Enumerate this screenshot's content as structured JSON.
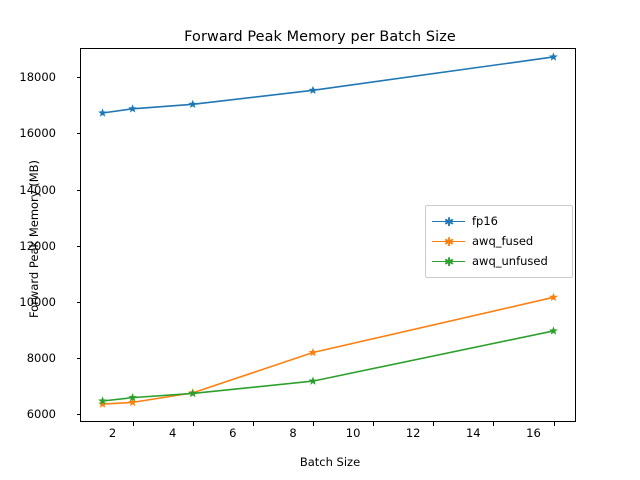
{
  "chart_data": {
    "type": "line",
    "title": "Forward Peak Memory per Batch Size",
    "xlabel": "Batch Size",
    "ylabel": "Forward Peak Memory (MB)",
    "x": [
      1,
      2,
      4,
      8,
      16
    ],
    "xlim": [
      0.25,
      16.75
    ],
    "ylim": [
      5700,
      19050
    ],
    "xticks": [
      2,
      4,
      6,
      8,
      10,
      12,
      14,
      16
    ],
    "xtick_labels": [
      "2",
      "4",
      "6",
      "8",
      "10",
      "12",
      "14",
      "16"
    ],
    "yticks": [
      6000,
      8000,
      10000,
      12000,
      14000,
      16000,
      18000
    ],
    "ytick_labels": [
      "6000",
      "8000",
      "10000",
      "12000",
      "14000",
      "16000",
      "18000"
    ],
    "grid": false,
    "legend_position": "center right",
    "marker": "star",
    "series": [
      {
        "name": "fp16",
        "color": "#1f77b4",
        "values": [
          16730,
          16880,
          17040,
          17540,
          18730
        ]
      },
      {
        "name": "awq_fused",
        "color": "#ff7f0e",
        "values": [
          6340,
          6400,
          6740,
          8180,
          10150
        ]
      },
      {
        "name": "awq_unfused",
        "color": "#2ca02c",
        "values": [
          6450,
          6570,
          6720,
          7160,
          8950
        ]
      }
    ]
  },
  "legend": {
    "entries": [
      {
        "label": "fp16"
      },
      {
        "label": "awq_fused"
      },
      {
        "label": "awq_unfused"
      }
    ]
  }
}
